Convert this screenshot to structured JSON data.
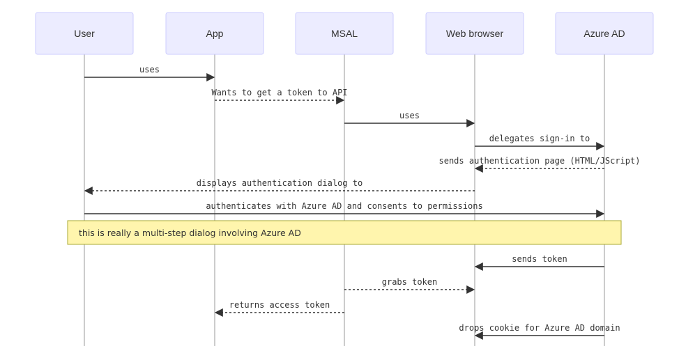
{
  "participants": [
    {
      "id": "user",
      "label": "User"
    },
    {
      "id": "app",
      "label": "App"
    },
    {
      "id": "msal",
      "label": "MSAL"
    },
    {
      "id": "browser",
      "label": "Web browser"
    },
    {
      "id": "azure",
      "label": "Azure AD"
    }
  ],
  "messages": [
    {
      "from": "user",
      "to": "app",
      "label": "uses",
      "dashed": false
    },
    {
      "from": "app",
      "to": "msal",
      "label": "Wants to get a token to API",
      "dashed": true
    },
    {
      "from": "msal",
      "to": "browser",
      "label": "uses",
      "dashed": false
    },
    {
      "from": "browser",
      "to": "azure",
      "label": "delegates sign-in to",
      "dashed": false
    },
    {
      "from": "azure",
      "to": "browser",
      "label": "sends authentication page (HTML/JScript)",
      "dashed": true
    },
    {
      "from": "browser",
      "to": "user",
      "label": "displays authentication dialog to",
      "dashed": true
    },
    {
      "from": "user",
      "to": "azure",
      "label": "authenticates with Azure AD and consents to permissions",
      "dashed": false
    },
    {
      "from": "azure",
      "to": "browser",
      "label": "sends token",
      "dashed": false
    },
    {
      "from": "msal",
      "to": "browser",
      "label": "grabs token",
      "dashed": true
    },
    {
      "from": "msal",
      "to": "app",
      "label": "returns access token",
      "dashed": true
    },
    {
      "from": "azure",
      "to": "browser",
      "label": "drops cookie for Azure AD domain",
      "dashed": false
    }
  ],
  "note": {
    "text": "this is really a multi-step dialog involving Azure AD",
    "after_message": 6
  }
}
